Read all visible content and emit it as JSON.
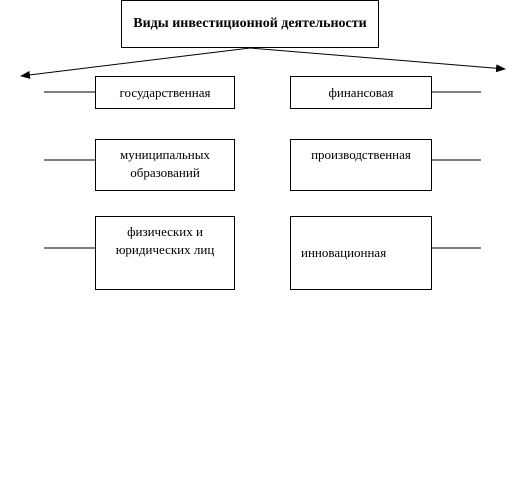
{
  "diagram": {
    "title": "Виды инвестиционной деятельности",
    "left_column": {
      "items": [
        {
          "label": "государственная"
        },
        {
          "label": "муниципальных образований"
        },
        {
          "label": "физических и юридических лиц"
        }
      ]
    },
    "right_column": {
      "items": [
        {
          "label": "финансовая"
        },
        {
          "label": "производственная"
        },
        {
          "label": "инновационная"
        }
      ]
    },
    "line_color": "#000000",
    "box_fill": "#ffffff"
  }
}
